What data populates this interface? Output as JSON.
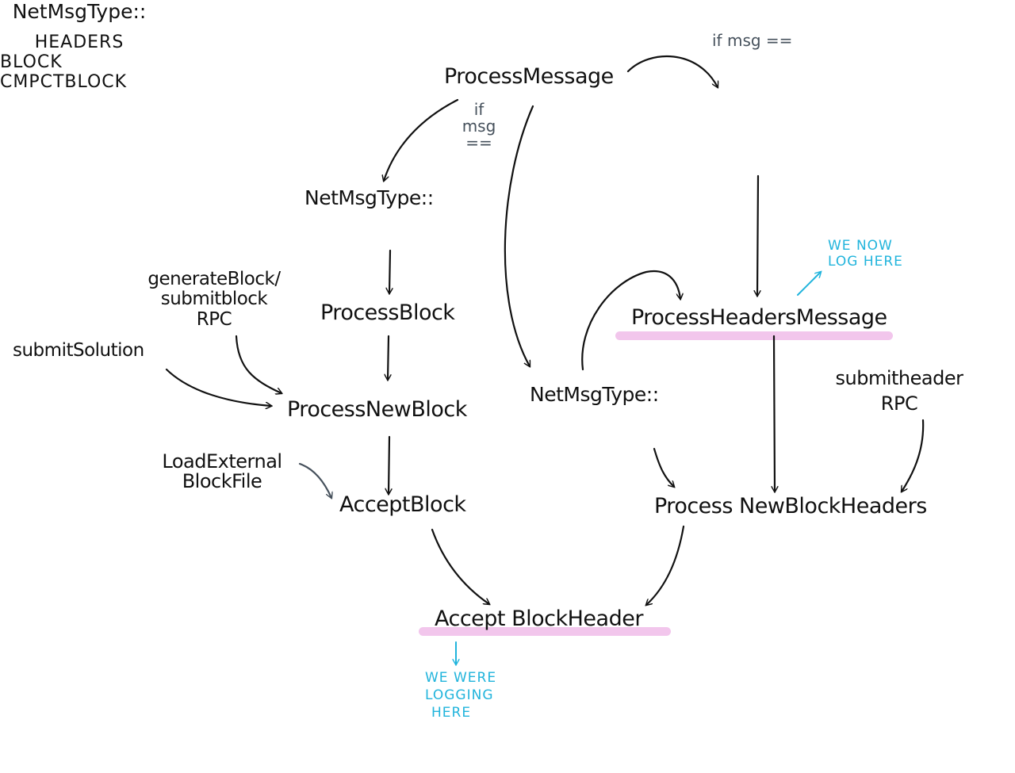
{
  "colors": {
    "ink": "#111111",
    "note_grey": "#46515c",
    "note_blue": "#21b4dc",
    "highlight": "#f2c6ec"
  },
  "nodes": {
    "process_message": "ProcessMessage",
    "netmsgtype_headers_1": "NetMsgType::",
    "netmsgtype_headers_2": "HEADERS",
    "netmsgtype_block_1": "NetMsgType::",
    "netmsgtype_block_2": "BLOCK",
    "generate_block_1": "generateBlock/",
    "generate_block_2": "submitblock",
    "generate_block_3": "RPC",
    "process_block": "ProcessBlock",
    "submit_solution": "submitSolution",
    "process_new_block": "ProcessNewBlock",
    "load_external_1": "LoadExternal",
    "load_external_2": "BlockFile",
    "accept_block": "AcceptBlock",
    "netmsgtype_cmpct_1": "NetMsgType::",
    "netmsgtype_cmpct_2": "CMPCTBLOCK",
    "process_headers_message": "ProcessHeadersMessage",
    "submitheader_1": "submitheader",
    "submitheader_2": "RPC",
    "process_new_block_headers": "Process NewBlockHeaders",
    "accept_block_header": "Accept BlockHeader"
  },
  "notes": {
    "if_msg_top": "if msg ==",
    "if_msg_side_1": "if",
    "if_msg_side_2": "msg",
    "if_msg_side_3": "==",
    "we_now_log_here_1": "WE NOW",
    "we_now_log_here_2": "LOG HERE",
    "we_were_logging_here_1": "WE WERE",
    "we_were_logging_here_2": "LOGGING",
    "we_were_logging_here_3": "HERE"
  }
}
